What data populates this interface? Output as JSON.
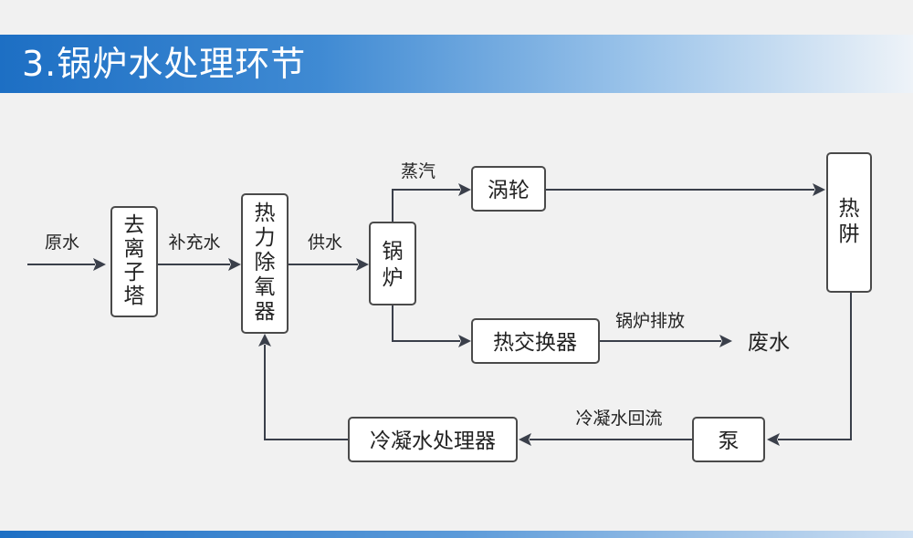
{
  "header": {
    "title": "3.锅炉水处理环节"
  },
  "nodes": {
    "yuanshui": "原水",
    "qulizi": [
      "去",
      "离",
      "子",
      "塔"
    ],
    "buchongshui": "补充水",
    "chuyangqi": [
      "热",
      "力",
      "除",
      "氧",
      "器"
    ],
    "gongshui": "供水",
    "guolu": [
      "锅",
      "炉"
    ],
    "zhengqi": "蒸汽",
    "wolun": "涡轮",
    "rejing": [
      "热",
      "阱"
    ],
    "rejiaohuanqi": "热交换器",
    "guolupaifang": "锅炉排放",
    "feishui": "废水",
    "beng": "泵",
    "lengningshuihuiliu": "冷凝水回流",
    "lengningshuichuliqi": "冷凝水处理器"
  },
  "colors": {
    "banner_start": "#1d6fc4",
    "arrow": "#3a3f4a",
    "box_border": "#4a4a4a"
  }
}
